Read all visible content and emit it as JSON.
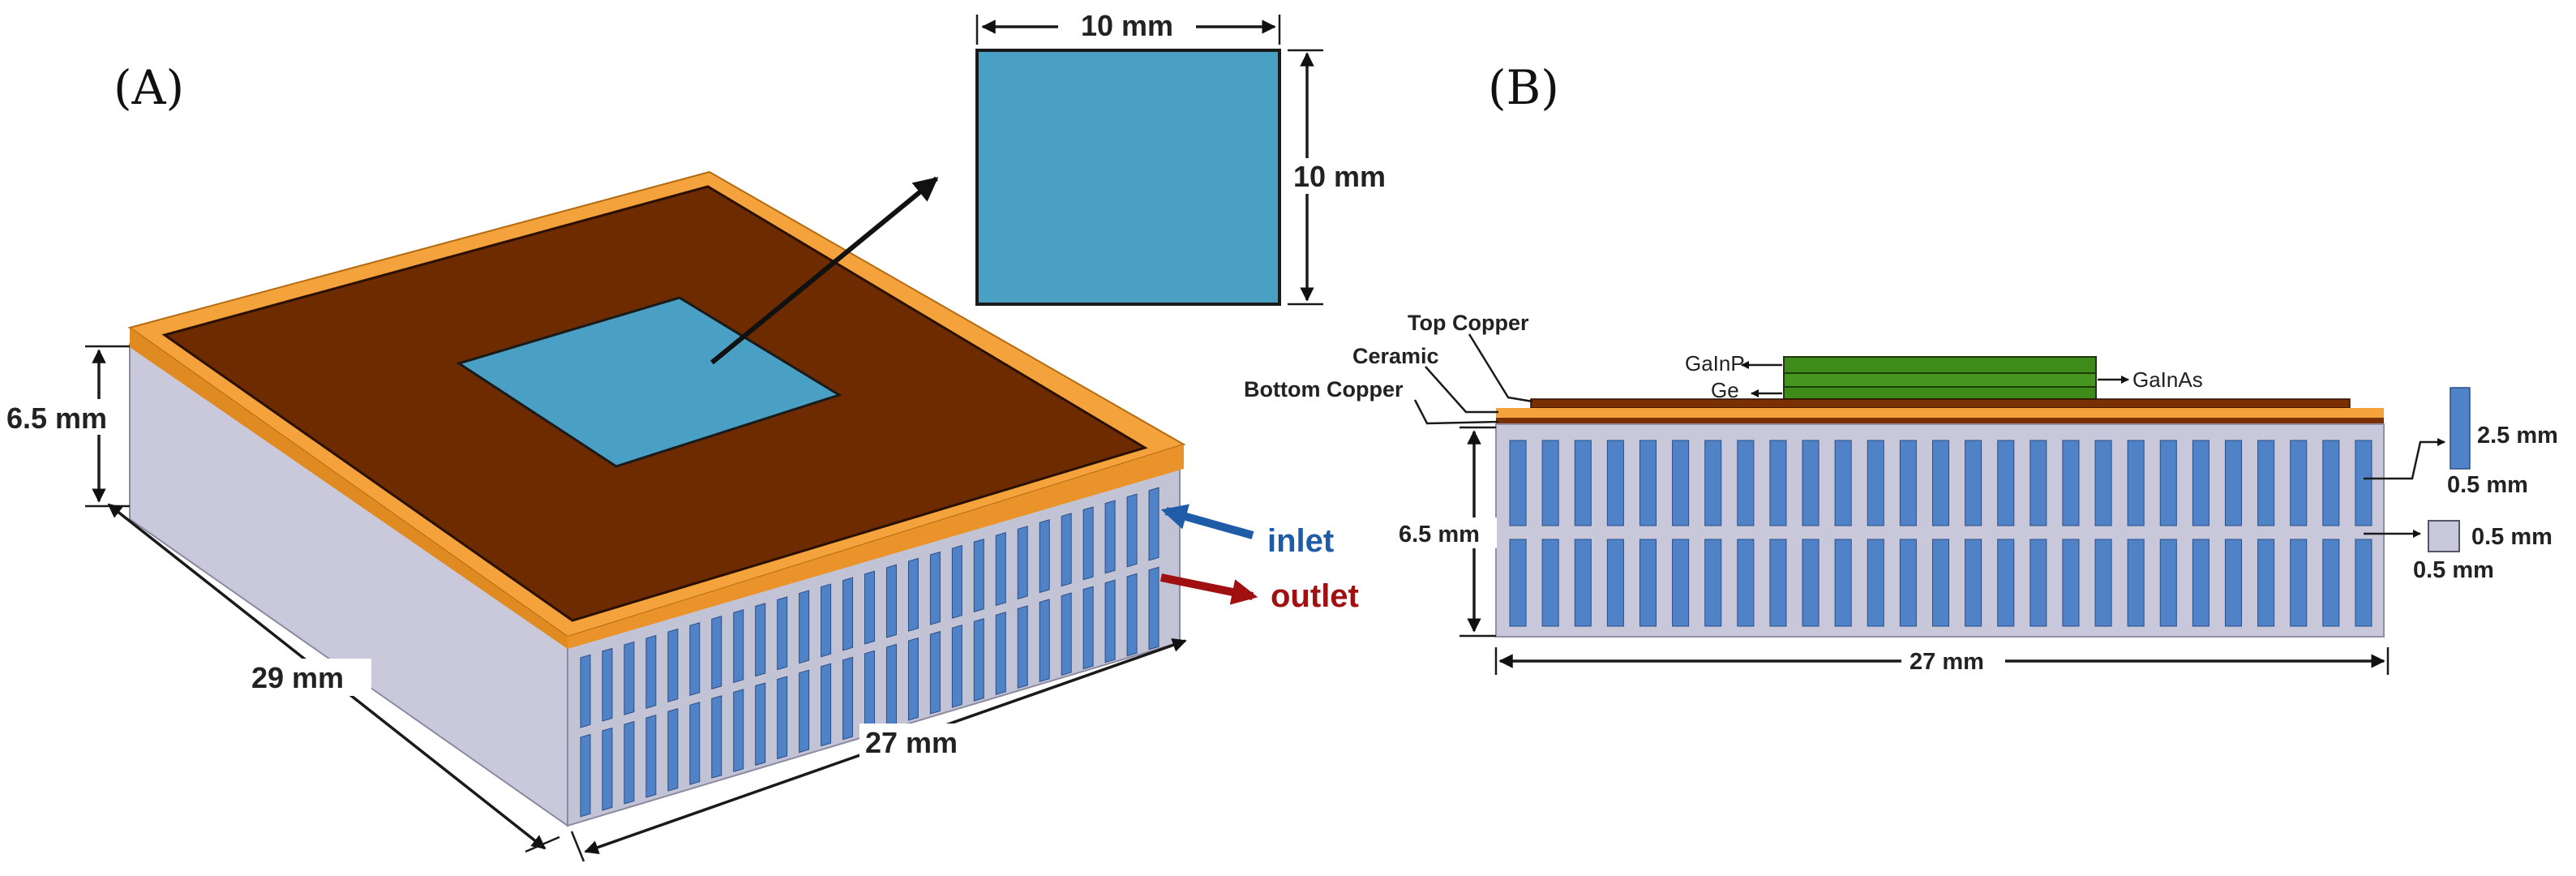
{
  "panel_a": {
    "label": "(A)",
    "dims": {
      "chip_width": "10 mm",
      "chip_height": "10 mm",
      "height": "6.5 mm",
      "depth": "29 mm",
      "width": "27 mm"
    },
    "inlet_label": "inlet",
    "outlet_label": "outlet",
    "channel_count": 27
  },
  "panel_b": {
    "label": "(B)",
    "layers": {
      "top_copper": "Top Copper",
      "ceramic": "Ceramic",
      "bottom_copper": "Bottom Copper"
    },
    "cells": {
      "gainp": "GaInP",
      "ge": "Ge",
      "gainas": "GaInAs"
    },
    "dims": {
      "height": "6.5 mm",
      "width": "27 mm",
      "channel_height": "2.5 mm",
      "channel_width": "0.5 mm",
      "rib_height": "0.5 mm",
      "rib_width": "0.5 mm"
    },
    "channel_count": 27
  },
  "colors": {
    "copper_frame": "#f4a23c",
    "substrate_top": "#6e2b00",
    "chip": "#4aa0c4",
    "channel": "#4f82c6",
    "body": "#c8c8da",
    "body_side": "#b4b4cc",
    "cell_stack": "#3f8b1a",
    "inlet": "#1f5ca8",
    "outlet": "#a01010"
  }
}
